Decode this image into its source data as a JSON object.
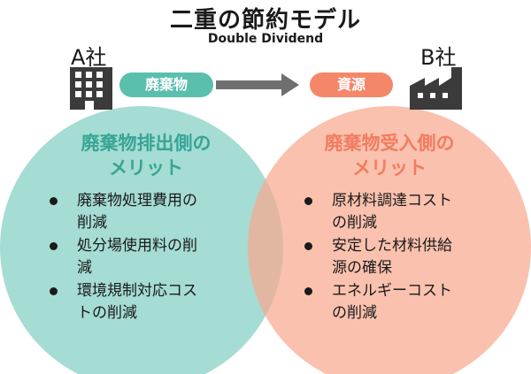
{
  "title": "二重の節約モデル",
  "subtitle": "Double Dividend",
  "company_a": {
    "label": "A社",
    "icon": "building-icon"
  },
  "company_b": {
    "label": "B社",
    "icon": "factory-icon"
  },
  "flow": {
    "left_label": "廃棄物",
    "right_label": "資源",
    "arrow_icon": "arrow-right-icon"
  },
  "left": {
    "heading_line1": "廃棄物排出側の",
    "heading_line2": "メリット",
    "items": [
      {
        "line1": "廃棄物処理費用の",
        "line2": "削減"
      },
      {
        "line1": "処分場使用料の削",
        "line2": "減"
      },
      {
        "line1": "環境規制対応コス",
        "line2": "トの削減"
      }
    ]
  },
  "right": {
    "heading_line1": "廃棄物受入側の",
    "heading_line2": "メリット",
    "items": [
      {
        "line1": "原材料調達コスト",
        "line2": "の削減"
      },
      {
        "line1": "安定した材料供給",
        "line2": "源の確保"
      },
      {
        "line1": "エネルギーコスト",
        "line2": "の削減"
      }
    ]
  },
  "colors": {
    "teal_circle": "#8fd3c8",
    "salmon_circle": "#f8a98f",
    "teal_pill": "#5bbfae",
    "salmon_pill": "#f4876a",
    "teal_heading": "#37a595",
    "salmon_heading": "#f27c5f",
    "icon_dark": "#3b3b3b",
    "arrow": "#6f6f6f"
  }
}
